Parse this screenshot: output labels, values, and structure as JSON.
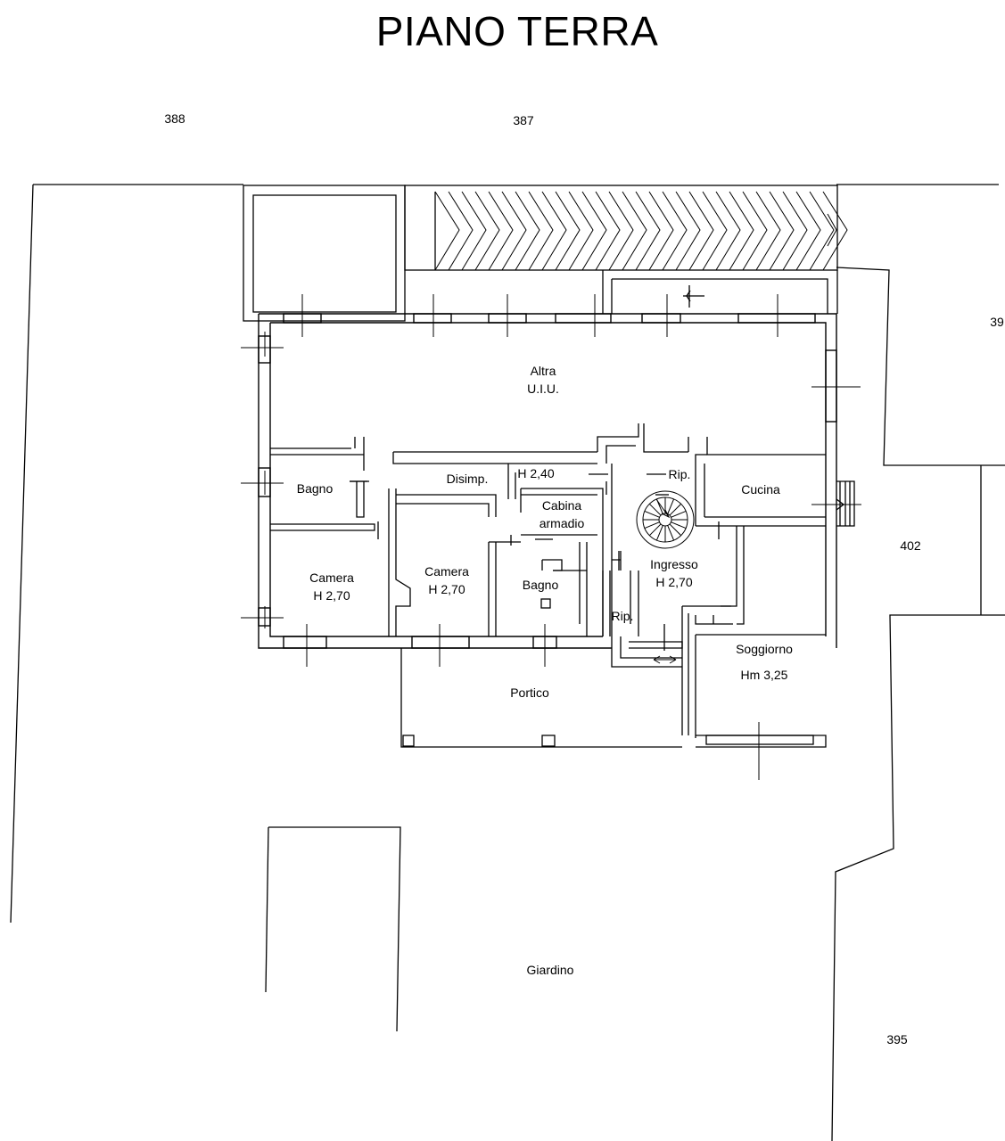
{
  "title": "PIANO TERRA",
  "parcels": [
    "388",
    "387",
    "39",
    "402",
    "395"
  ],
  "rooms": {
    "altra": [
      "Altra",
      "U.I.U."
    ],
    "bagno_left": "Bagno",
    "disimp": "Disimp.",
    "disimp_h": "H 2,40",
    "rip_top": "Rip.",
    "cucina": "Cucina",
    "cabina": [
      "Cabina",
      "armadio"
    ],
    "camera1": [
      "Camera",
      "H 2,70"
    ],
    "camera2": [
      "Camera",
      "H 2,70"
    ],
    "bagno_center": "Bagno",
    "ingresso": [
      "Ingresso",
      "H 2,70"
    ],
    "rip_bottom": "Rip.",
    "soggiorno": [
      "Soggiorno",
      "Hm 3,25"
    ],
    "portico": "Portico",
    "giardino": "Giardino"
  },
  "colors": {
    "line": "#000000",
    "background": "#ffffff"
  }
}
